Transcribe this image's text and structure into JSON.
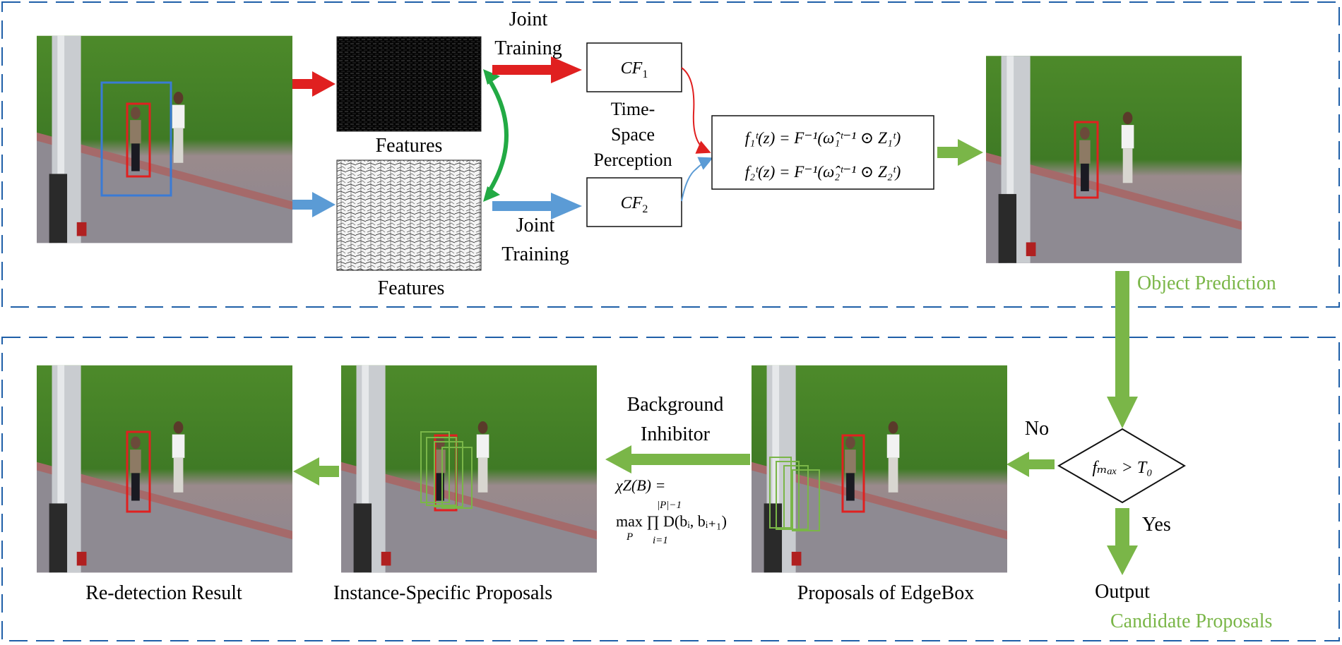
{
  "top_panel": {
    "features_label_1": "Features",
    "features_label_2": "Features",
    "joint_training_top": [
      "Joint",
      "Training"
    ],
    "joint_training_bottom": [
      "Joint",
      "Training"
    ],
    "cf1": {
      "base": "CF",
      "sub": "1"
    },
    "cf2": {
      "base": "CF",
      "sub": "2"
    },
    "time_space_perception": [
      "Time-",
      "Space",
      "Perception"
    ],
    "equation_1": "f₁ᵗ(z) = F⁻¹(ω̂₁ᵗ⁻¹ ⊙ Z₁ᵗ)",
    "equation_2": "f₂ᵗ(z) = F⁻¹(ω̂₂ᵗ⁻¹ ⊙ Z₂ᵗ)",
    "section_label": "Object Prediction"
  },
  "bottom_panel": {
    "redetection_label": "Re-detection Result",
    "instance_label": "Instance-Specific Proposals",
    "edgebox_label": "Proposals of EdgeBox",
    "background_inhibitor": [
      "Background",
      "Inhibitor"
    ],
    "formula_line_1": "χZ(B) =",
    "formula_line_2": "max ∏ D(bᵢ, bᵢ₊₁)",
    "formula_sub_p": "P",
    "formula_prod_upper": "|P|−1",
    "formula_prod_lower": "i=1",
    "decision": "fₘₐₓ > T₀",
    "no_label": "No",
    "yes_label": "Yes",
    "output_label": "Output",
    "section_label": "Candidate Proposals"
  },
  "colors": {
    "dashed_border": "#1f5fa8",
    "green_label": "#7ab648",
    "green_arrow": "#7ab648",
    "red_arrow": "#e02020",
    "blue_arrow": "#5b9bd5",
    "bright_green": "#22aa44"
  }
}
